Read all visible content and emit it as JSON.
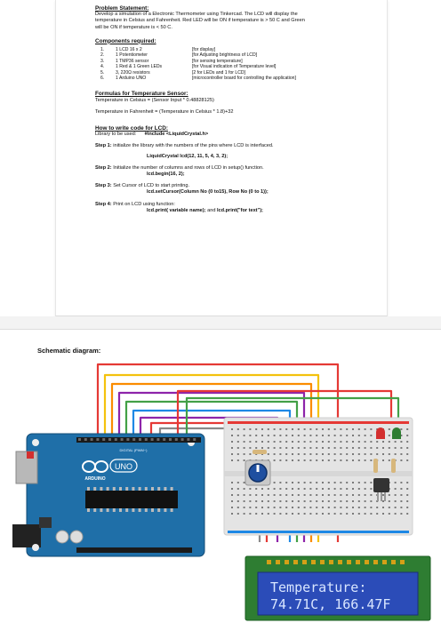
{
  "problem": {
    "heading": "Problem Statement:",
    "line1": "Develop a simulation of a Electronic Thermometer using Tinkercad. The LCD will display the",
    "line2": "temperature in Celsius and Fahrenheit. Red LED will be ON if temperature is > 50 C and Green",
    "line3": "will be ON if temperature is < 50 C."
  },
  "components": {
    "heading": "Components required:",
    "items": [
      {
        "num": "1.",
        "name": "1 LCD 16 x 2",
        "purpose": "[for display]"
      },
      {
        "num": "2.",
        "name": "1 Potentiometer",
        "purpose": "[for Adjusting brightness of LCD]"
      },
      {
        "num": "3.",
        "name": "1 TMP36 sensor",
        "purpose": "[for sensing temperature]"
      },
      {
        "num": "4.",
        "name": "1 Red & 1 Green LEDs",
        "purpose": "[for Visual indication of Temperature level]"
      },
      {
        "num": "5.",
        "name": "3, 220Ω resistors",
        "purpose": "[2 for LEDs and 1 for LCD]"
      },
      {
        "num": "6.",
        "name": "1 Arduino UNO",
        "purpose": "[microcontroller board for controlling the application]"
      }
    ]
  },
  "formulas": {
    "heading": "Formulas for Temperature Sensor:",
    "celsius": "Temperature in Celsius = (Sensor Input * 0.48828125)",
    "fahrenheit": "Temperature in Fahrenheit = (Temperature in Celsius * 1.8)+32"
  },
  "lcd_code": {
    "heading": "How to write code for LCD:",
    "library_label": "Library to be used:",
    "library_code": "#include <LiquidCrystal.h>",
    "step1_label": "Step 1:",
    "step1_text": "initialize the library with the numbers of the pins where LCD is interfaced.",
    "step1_code": "LiquidCrystal lcd(12, 11, 5, 4, 3, 2);",
    "step2_label": "Step 2:",
    "step2_text": "Initialize the number of columns and rows of LCD in setup() function.",
    "step2_code": "lcd.begin(16, 2);",
    "step3_label": "Step 3:",
    "step3_text": "Set Cursor of LCD to start printing.",
    "step3_code": "lcd.setCursor(Column No (0 to15), Row No (0 to 1));",
    "step4_label": "Step 4:",
    "step4_text": "Print on LCD using function:",
    "step4_code1": "lcd.print( variable name);",
    "step4_and": "and",
    "step4_code2": "lcd.print(\"for text\");"
  },
  "schematic": {
    "title": "Schematic diagram:",
    "arduino_logo": "UNO",
    "arduino_brand": "ARDUINO",
    "digital_label": "DIGITAL (PWM~)",
    "lcd_line1": "Temperature:",
    "lcd_line2": "74.71C, 166.47F"
  },
  "colors": {
    "arduino_board": "#1f6fa8",
    "breadboard": "#e4e4e4",
    "lcd_bezel": "#2e7d32",
    "lcd_screen": "#2b4cb8",
    "red_led": "#d32f2f",
    "green_led": "#2e7d32",
    "wire_red": "#e53935",
    "wire_yellow": "#f4c20d",
    "wire_orange": "#fb8c00",
    "wire_purple": "#8e24aa",
    "wire_green": "#43a047",
    "wire_blue": "#1e88e5",
    "wire_gray": "#8a8a8a"
  }
}
